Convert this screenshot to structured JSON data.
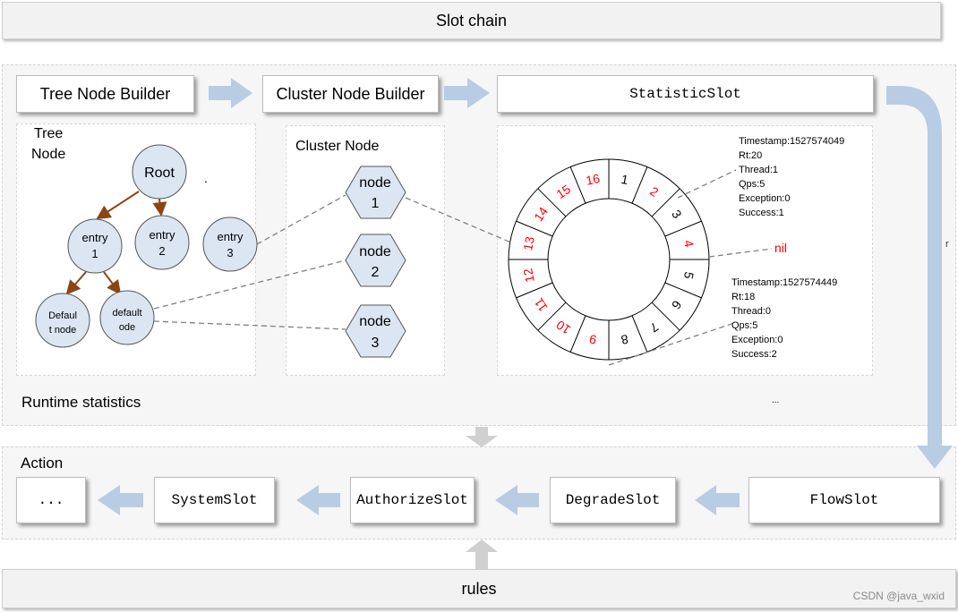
{
  "header": {
    "title": "Slot chain"
  },
  "footer": {
    "label": "rules"
  },
  "watermark": "CSDN @java_wxid",
  "runtime": {
    "label": "Runtime statistics",
    "ellipsis": "...",
    "builders": {
      "tree": "Tree Node Builder",
      "cluster": "Cluster Node Builder",
      "statistic": "StatisticSlot"
    },
    "tree_panel": {
      "title_line1": "Tree",
      "title_line2": "Node",
      "root": "Root",
      "entry1": [
        "entry",
        "1"
      ],
      "entry2": [
        "entry",
        "2"
      ],
      "entry3": [
        "entry",
        "3"
      ],
      "default1": [
        "Defaul",
        "t node"
      ],
      "default2": [
        "default",
        "ode"
      ],
      "dot": "."
    },
    "cluster_panel": {
      "title": "Cluster Node",
      "nodes": [
        [
          "node",
          "1"
        ],
        [
          "node",
          "2"
        ],
        [
          "node",
          "3"
        ]
      ]
    },
    "stat_panel": {
      "ring": [
        "1",
        "2",
        "3",
        "4",
        "5",
        "6",
        "7",
        "8",
        "9",
        "10",
        "11",
        "12",
        "13",
        "14",
        "15",
        "16"
      ],
      "red_slots": [
        "2",
        "4",
        "9",
        "10",
        "11",
        "12",
        "13",
        "14",
        "15",
        "16"
      ],
      "nil": "nil",
      "edge_char": "r",
      "info1": [
        "Timestamp:1527574049",
        "Rt:20",
        "Thread:1",
        "Qps:5",
        "Exception:0",
        "Success:1"
      ],
      "info2": [
        "Timestamp:1527574449",
        "Rt:18",
        "Thread:0",
        "Qps:5",
        "Exception:0",
        "Success:2"
      ]
    }
  },
  "action": {
    "label": "Action",
    "slots": {
      "ellipsis": "...",
      "system": "SystemSlot",
      "authorize": "AuthorizeSlot",
      "degrade": "DegradeSlot",
      "flow": "FlowSlot"
    }
  },
  "colors": {
    "arrow": "#b8cce4",
    "gray_arrow": "#d0d0d0",
    "circle_fill": "#dce6f2",
    "hex_fill": "#dce6f2",
    "tree_edge": "#8b4513",
    "red_text": "#ff0000"
  }
}
